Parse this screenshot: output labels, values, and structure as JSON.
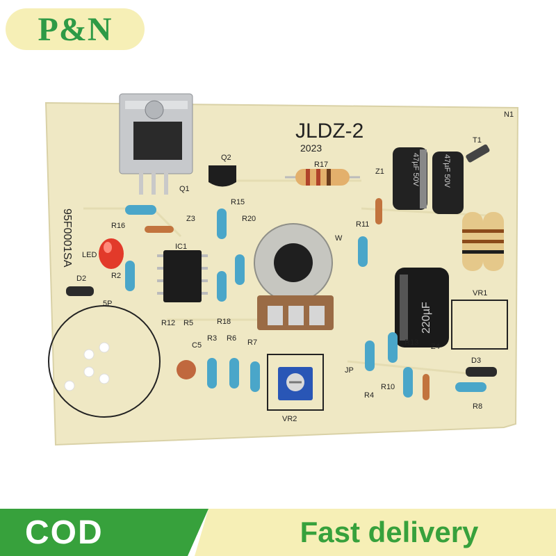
{
  "brand": {
    "logo": "P&N"
  },
  "board": {
    "model": "JLDZ-2",
    "year": "2023",
    "side_code": "95F0001SA",
    "labels": {
      "N1": "N1",
      "T1": "T1",
      "Q1": "Q1",
      "Q2": "Q2",
      "R17": "R17",
      "Z1": "Z1",
      "R15": "R15",
      "R16": "R16",
      "Z3": "Z3",
      "R20": "R20",
      "R11": "R11",
      "W": "W",
      "LED": "LED",
      "IC1": "IC1",
      "R2": "R2",
      "D2": "D2",
      "5P": "5P",
      "R12": "R12",
      "R5": "R5",
      "R18": "R18",
      "C5": "C5",
      "R3": "R3",
      "R6": "R6",
      "R7": "R7",
      "JP": "JP",
      "R13": "R13",
      "Z4": "Z4",
      "VR1": "VR1",
      "D3": "D3",
      "R10": "R10",
      "R4": "R4",
      "R8": "R8",
      "VR2": "VR2"
    },
    "capacitor_text": "220µF",
    "cap_small_1": "47µF 50V",
    "cap_small_2": "47µF 50V"
  },
  "banner": {
    "left": "COD",
    "right": "Fast delivery"
  },
  "colors": {
    "brand_green": "#37a13c",
    "cream": "#f6efb6",
    "pcb": "#efe8c4"
  }
}
